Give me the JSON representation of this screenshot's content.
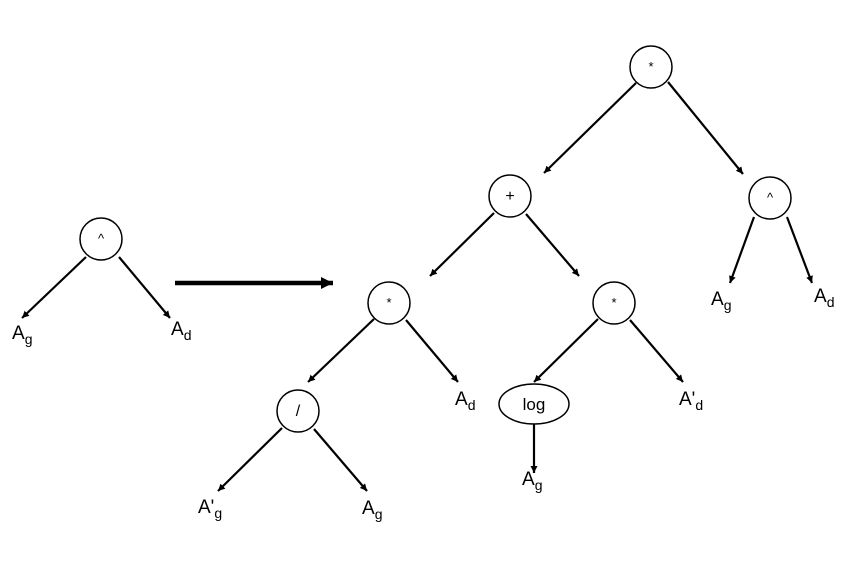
{
  "left_tree": {
    "root": "^",
    "leaf_left": {
      "base": "A",
      "sub": "g"
    },
    "leaf_right": {
      "base": "A",
      "sub": "d"
    }
  },
  "right_tree": {
    "root": "*",
    "plus": "+",
    "pow": "^",
    "mul_left": "*",
    "mul_right": "*",
    "div": "/",
    "log": "log",
    "pow_leaf_left": {
      "base": "A",
      "sub": "g"
    },
    "pow_leaf_right": {
      "base": "A",
      "sub": "d"
    },
    "mul_left_leaf": {
      "base": "A",
      "sub": "d"
    },
    "div_leaf_left": {
      "base": "A'",
      "sub": "g"
    },
    "div_leaf_right": {
      "base": "A",
      "sub": "g"
    },
    "log_leaf": {
      "base": "A",
      "sub": "g"
    },
    "mul_right_leaf": {
      "base": "A'",
      "sub": "d"
    }
  }
}
